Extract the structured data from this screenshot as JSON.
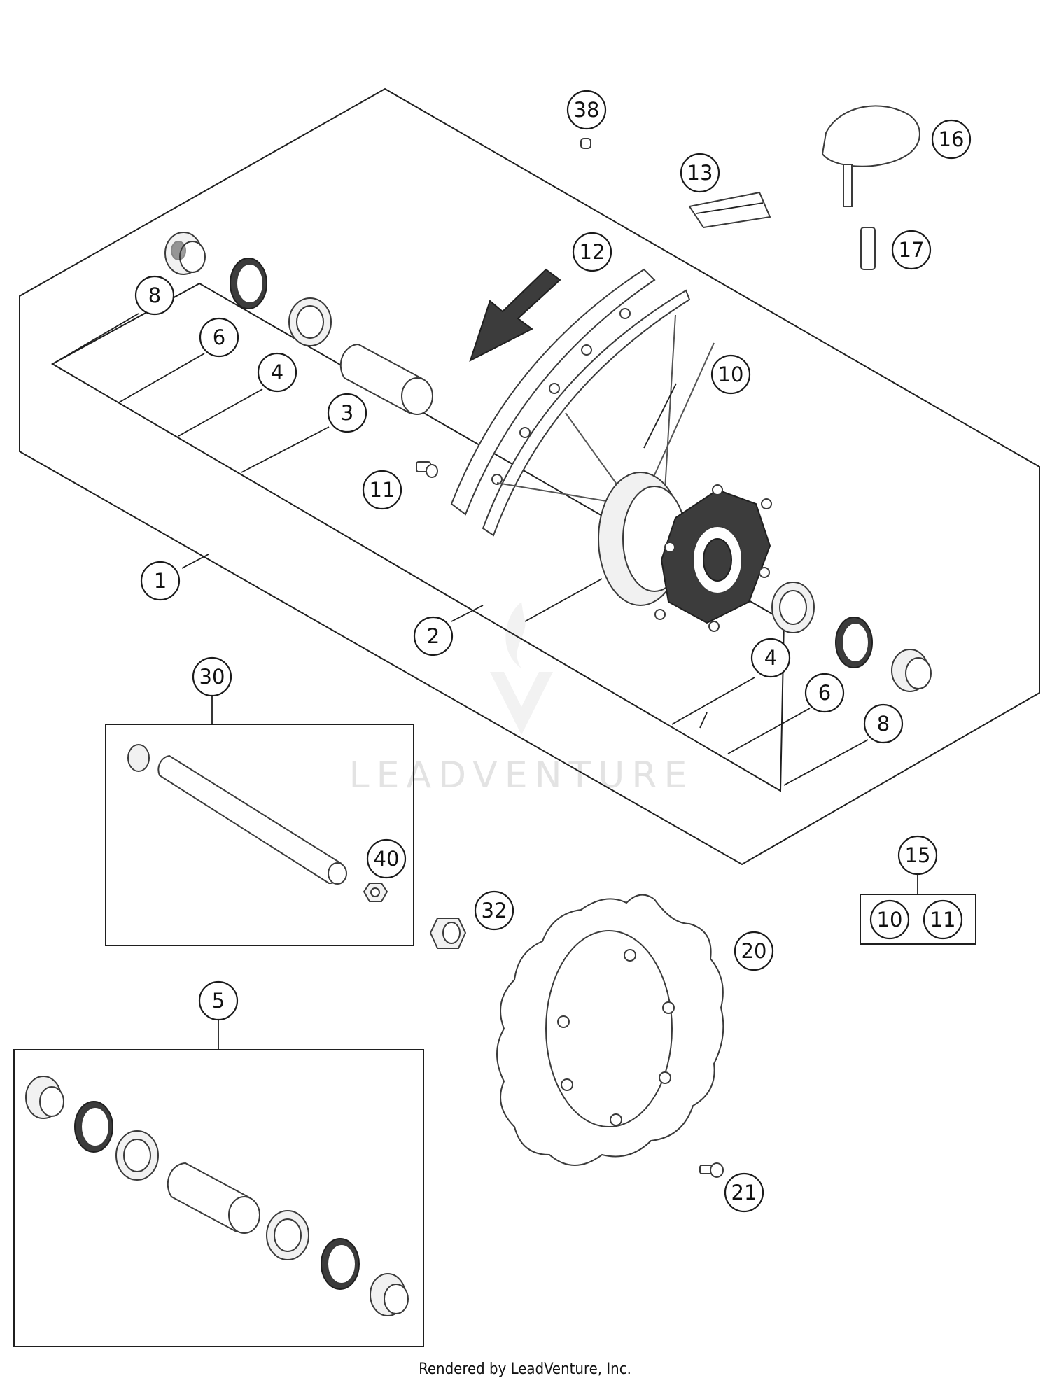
{
  "callouts": {
    "c1": "1",
    "c2": "2",
    "c3": "3",
    "c4a": "4",
    "c4b": "4",
    "c5": "5",
    "c6a": "6",
    "c6b": "6",
    "c8a": "8",
    "c8b": "8",
    "c10": "10",
    "c10b": "10",
    "c11": "11",
    "c11b": "11",
    "c12": "12",
    "c13": "13",
    "c15": "15",
    "c16": "16",
    "c17": "17",
    "c20": "20",
    "c21": "21",
    "c30": "30",
    "c32": "32",
    "c38": "38",
    "c40": "40"
  },
  "watermark": "LEADVENTURE",
  "footer": "Rendered by LeadVenture, Inc.",
  "icons": [
    "direction-arrow-icon",
    "leadventure-logo-icon"
  ]
}
